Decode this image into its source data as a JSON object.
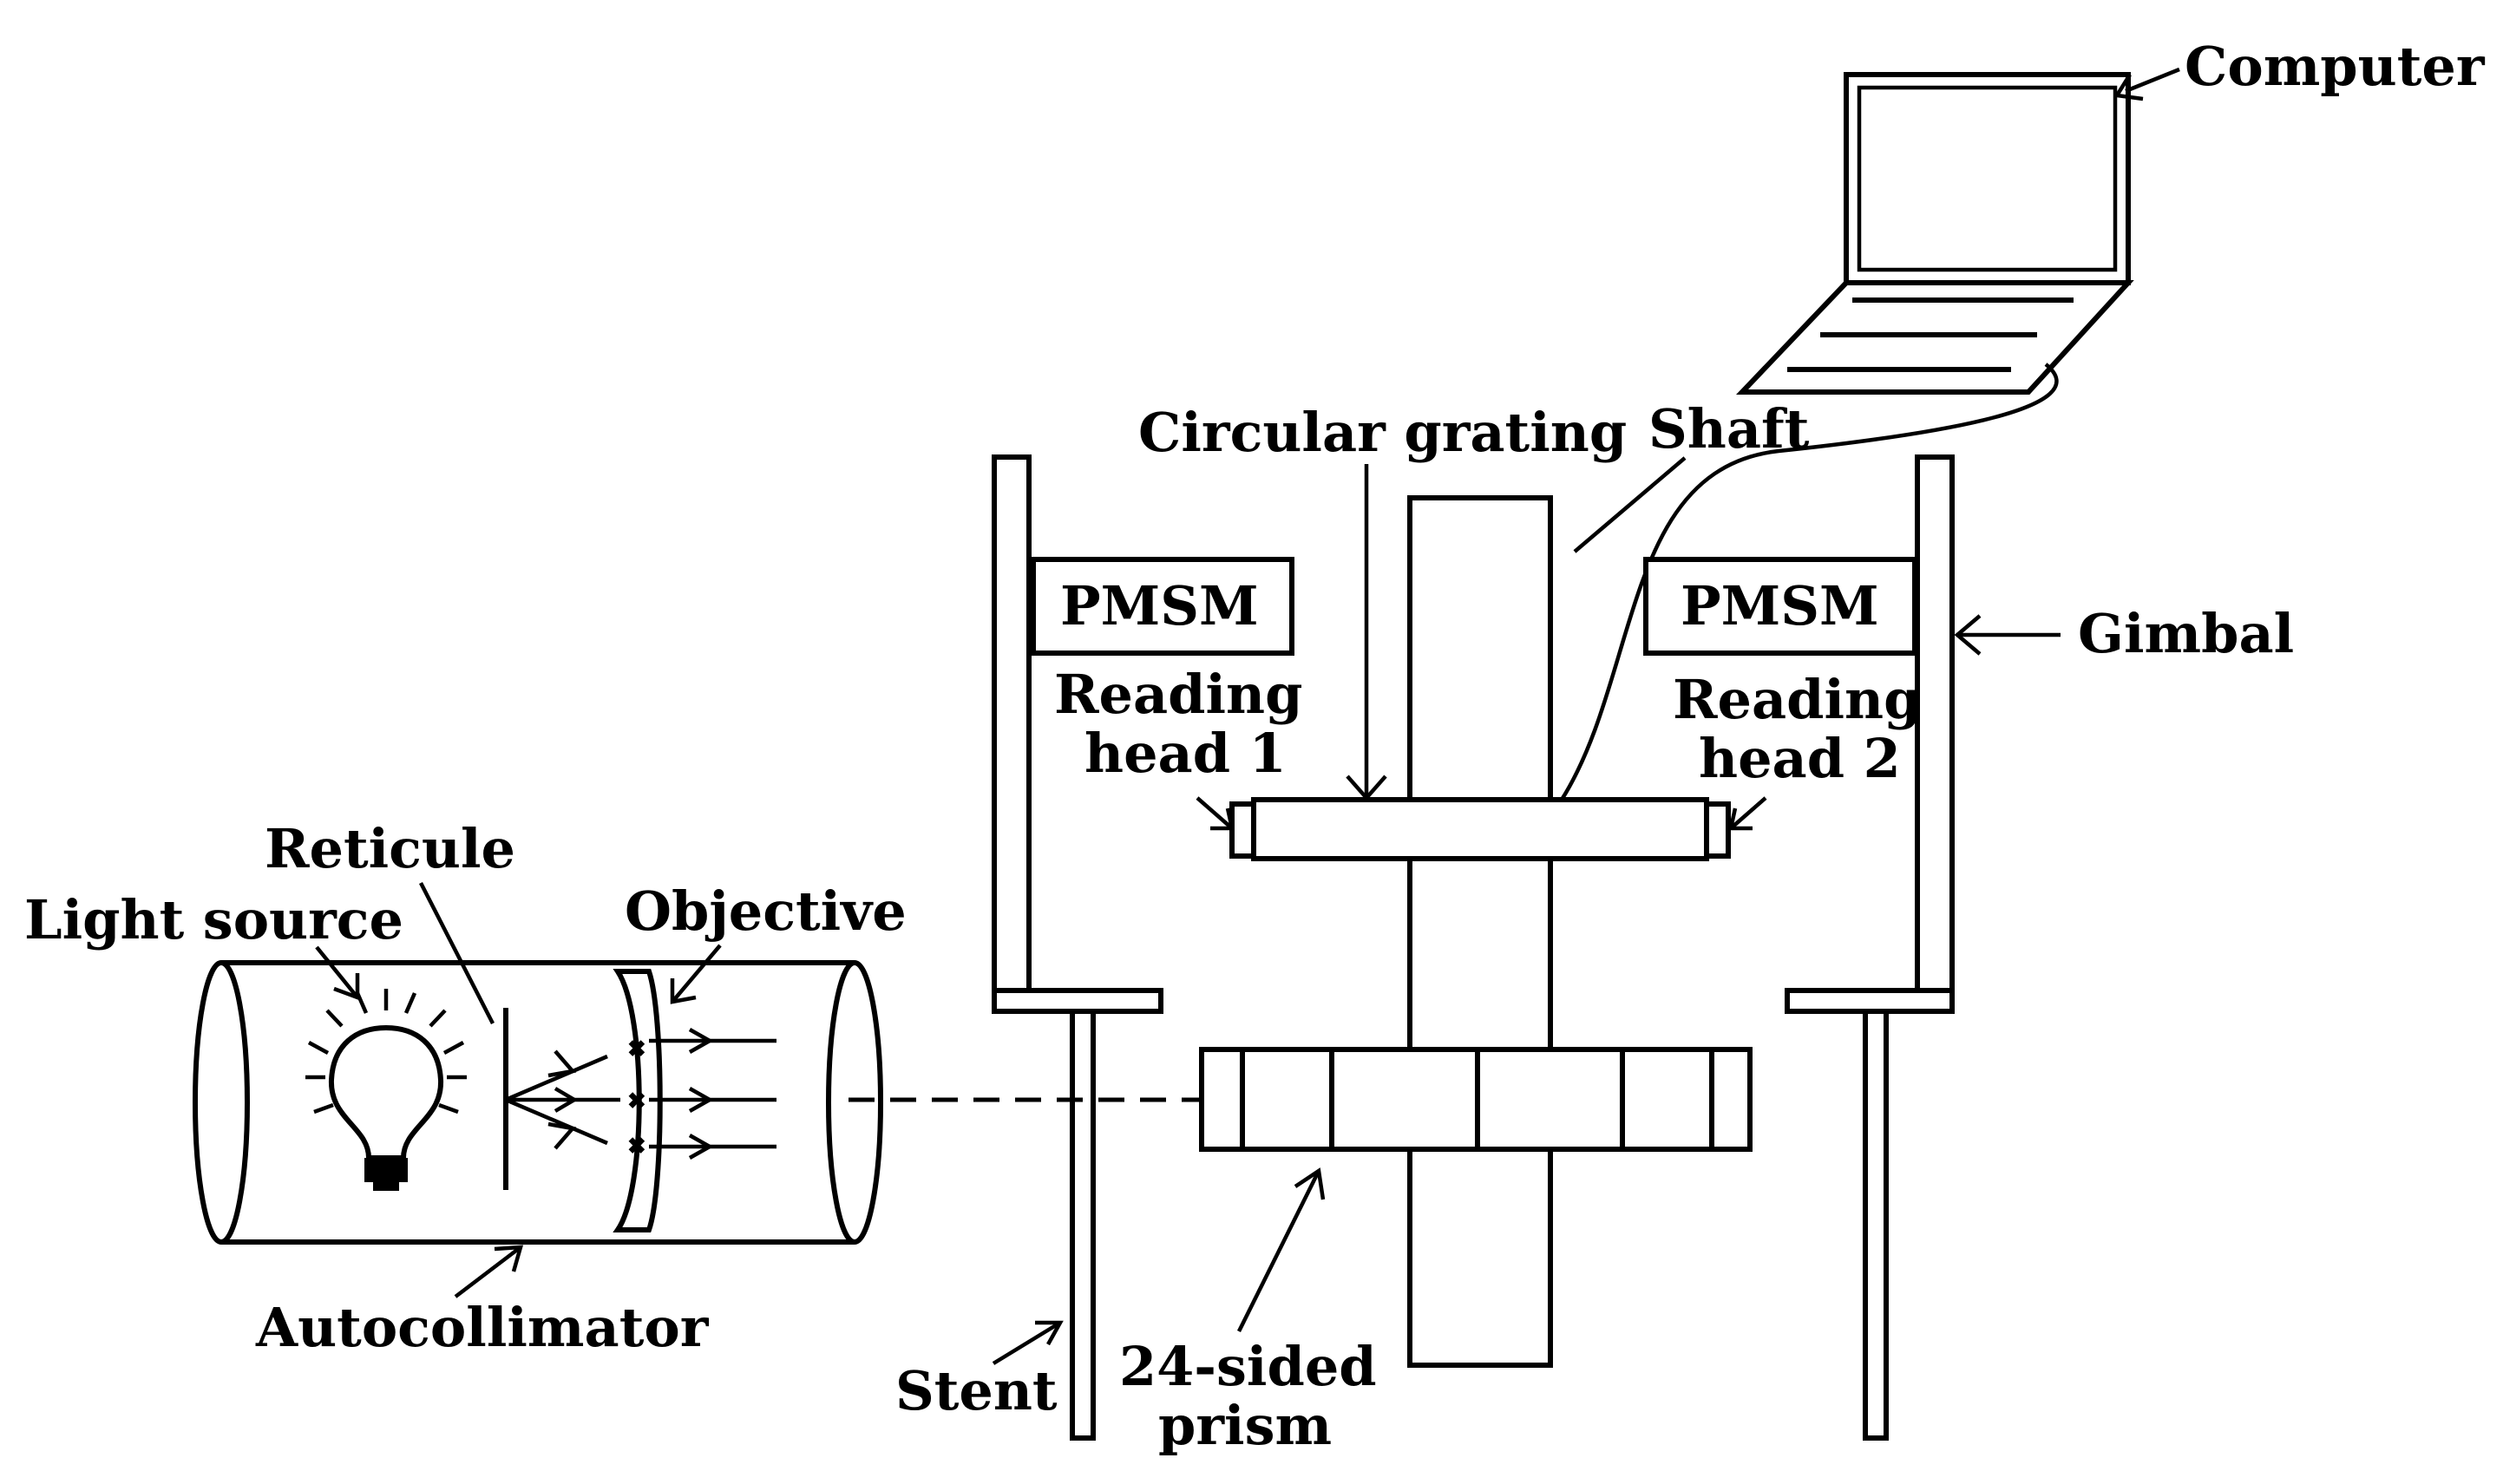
{
  "labels": {
    "computer": "Computer",
    "circular_grating": "Circular grating",
    "shaft": "Shaft",
    "pmsm_left": "PMSM",
    "pmsm_right": "PMSM",
    "gimbal": "Gimbal",
    "reading_head_1_line1": "Reading",
    "reading_head_1_line2": "head 1",
    "reading_head_2_line1": "Reading",
    "reading_head_2_line2": "head 2",
    "reticule": "Reticule",
    "light_source": "Light source",
    "objective": "Objective",
    "autocollimator": "Autocollimator",
    "stent": "Stent",
    "prism_line1": "24-sided",
    "prism_line2": "prism"
  },
  "colors": {
    "stroke": "#000000",
    "background": "#ffffff"
  }
}
